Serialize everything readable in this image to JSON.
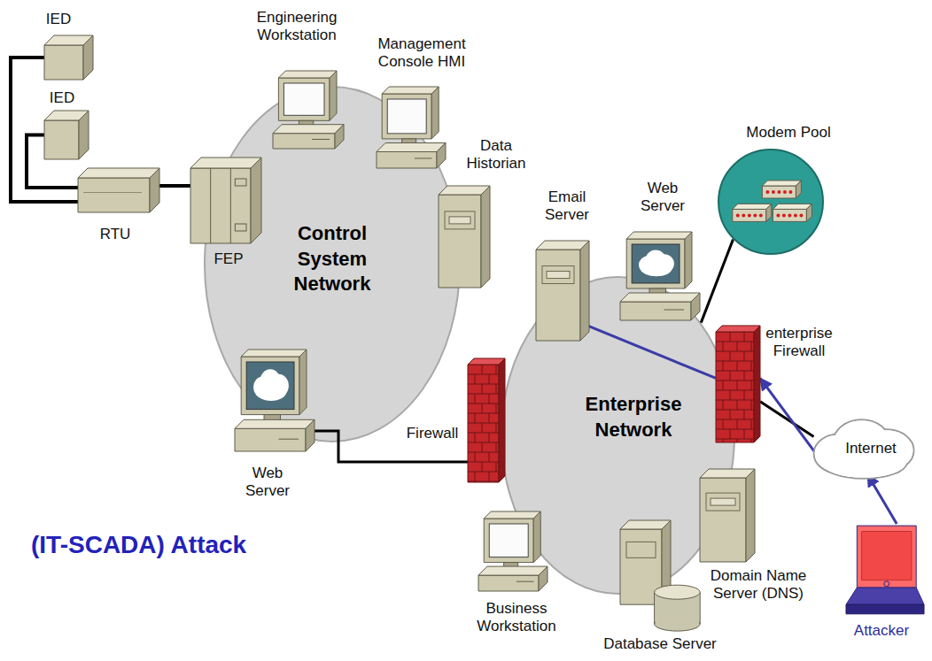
{
  "diagram": {
    "nodes": [
      {
        "text": [
          "IED"
        ]
      },
      {
        "text": [
          "IED"
        ]
      },
      {
        "text": [
          "RTU"
        ]
      },
      {
        "text": [
          "FEP"
        ]
      },
      {
        "text": [
          "Control System Network"
        ]
      },
      {
        "text": [
          "Engineering Workstation"
        ]
      },
      {
        "text": [
          "Management Console HMI"
        ]
      },
      {
        "text": [
          "Data Historian"
        ]
      },
      {
        "text": [
          "Web Server"
        ]
      },
      {
        "text": [
          "Firewall"
        ]
      },
      {
        "text": [
          "Email Server"
        ]
      },
      {
        "text": [
          "Web Server"
        ]
      },
      {
        "text": [
          "Modem Pool"
        ]
      },
      {
        "text": [
          "enterprise Firewall"
        ]
      },
      {
        "text": [
          "Enterprise Network"
        ]
      },
      {
        "text": [
          "Internet"
        ]
      },
      {
        "text": [
          "Business Workstation"
        ]
      },
      {
        "text": [
          "Database Server"
        ]
      },
      {
        "text": [
          "Domain Name Server (DNS)"
        ]
      },
      {
        "text": [
          "Attacker"
        ]
      }
    ],
    "edges": [
      {
        "from": 0,
        "to": 2,
        "arrow": "none"
      },
      {
        "from": 1,
        "to": 2,
        "arrow": "none"
      },
      {
        "from": 2,
        "to": 3,
        "arrow": "none"
      },
      {
        "from": 8,
        "to": 9,
        "arrow": "none"
      },
      {
        "from": 14,
        "to": 12,
        "arrow": "none"
      },
      {
        "from": 13,
        "to": 15,
        "arrow": "none"
      },
      {
        "from": 19,
        "to": 15,
        "arrow": "to"
      },
      {
        "from": 15,
        "to": 13,
        "arrow": "to"
      },
      {
        "from": 13,
        "to": 10,
        "arrow": "to"
      }
    ],
    "labels": [
      "(IT-SCADA) Attack"
    ]
  }
}
